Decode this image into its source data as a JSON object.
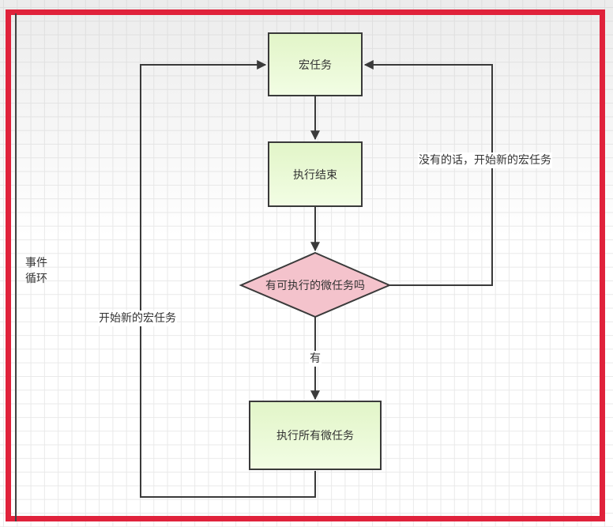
{
  "diagram": {
    "side_label_line1": "事件",
    "side_label_line2": "循环",
    "nodes": {
      "macro_task": "宏任务",
      "execution_end": "执行结束",
      "decision": "有可执行的微任务吗",
      "run_all_micro": "执行所有微任务"
    },
    "edge_labels": {
      "no_start_new_macro": "没有的话，开始新的宏任务",
      "yes": "有",
      "start_new_macro": "开始新的宏任务"
    },
    "colors": {
      "frame": "#e0223b",
      "rect_fill": "#e8f8d2",
      "diamond_fill": "#f4c3cc",
      "stroke": "#3a3a3a"
    }
  }
}
